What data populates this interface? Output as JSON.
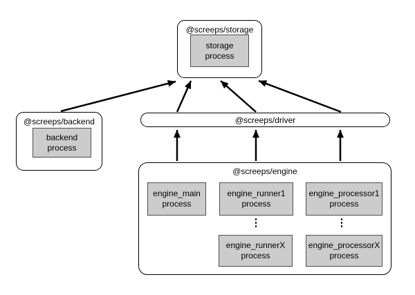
{
  "diagram": {
    "storage": {
      "title": "@screeps/storage",
      "process": {
        "line1": "storage",
        "line2": "process"
      }
    },
    "backend": {
      "title": "@screeps/backend",
      "process": {
        "line1": "backend",
        "line2": "process"
      }
    },
    "driver": {
      "title": "@screeps/driver"
    },
    "engine": {
      "title": "@screeps/engine",
      "ellipsis": "⋮",
      "processes": [
        {
          "line1": "engine_main",
          "line2": "process"
        },
        {
          "line1": "engine_runner1",
          "line2": "process"
        },
        {
          "line1": "engine_processor1",
          "line2": "process"
        },
        {
          "line1": "engine_runnerX",
          "line2": "process"
        },
        {
          "line1": "engine_processorX",
          "line2": "process"
        }
      ]
    },
    "edges": [
      {
        "from": "backend",
        "to": "storage"
      },
      {
        "from": "driver-left",
        "to": "storage"
      },
      {
        "from": "driver-middle",
        "to": "storage"
      },
      {
        "from": "driver-right",
        "to": "storage"
      },
      {
        "from": "engine-main",
        "to": "driver"
      },
      {
        "from": "engine-runner",
        "to": "driver"
      },
      {
        "from": "engine-processor",
        "to": "driver"
      }
    ],
    "colors": {
      "background": "#ffffff",
      "node_fill": "#ffffff",
      "node_border": "#000000",
      "process_fill": "#cccccc",
      "process_border": "#4d4d4d",
      "arrow": "#000000"
    }
  }
}
